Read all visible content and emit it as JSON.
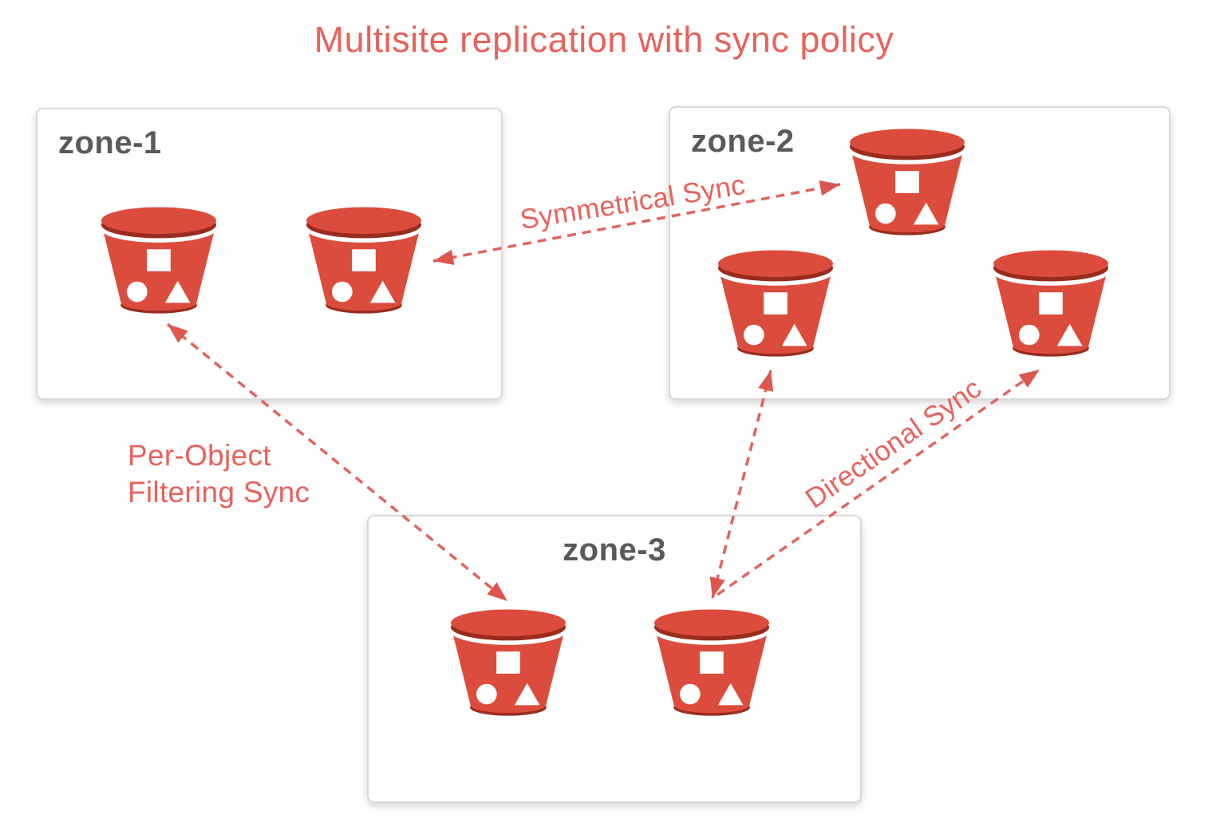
{
  "title": "Multisite replication with sync policy",
  "zones": [
    {
      "id": "zone-1",
      "label": "zone-1",
      "bucket_count": 2
    },
    {
      "id": "zone-2",
      "label": "zone-2",
      "bucket_count": 3
    },
    {
      "id": "zone-3",
      "label": "zone-3",
      "bucket_count": 2
    }
  ],
  "connections": [
    {
      "id": "symmetrical",
      "label": "Symmetrical Sync",
      "type": "bidirectional",
      "from": "zone-1",
      "to": "zone-2"
    },
    {
      "id": "per-object",
      "label": "Per-Object Filtering Sync",
      "label_lines": [
        "Per-Object",
        "Filtering Sync"
      ],
      "type": "bidirectional",
      "from": "zone-1",
      "to": "zone-3"
    },
    {
      "id": "directional",
      "label": "Directional Sync",
      "type": "directional",
      "from": "zone-3",
      "to": "zone-2"
    }
  ],
  "icons": {
    "bucket": "s3-bucket-icon"
  },
  "colors": {
    "accent": "#E8625A",
    "arrow": "#E2645C",
    "arrowhead": "#DE574E",
    "bucket_body": "#DC4C3C",
    "bucket_shadow": "#9A2C1E",
    "bucket_shapes": "#FFFFFF",
    "zone_label": "#5A5A5A",
    "panel_border": "#D8D8D8",
    "background": "#FFFFFF"
  }
}
